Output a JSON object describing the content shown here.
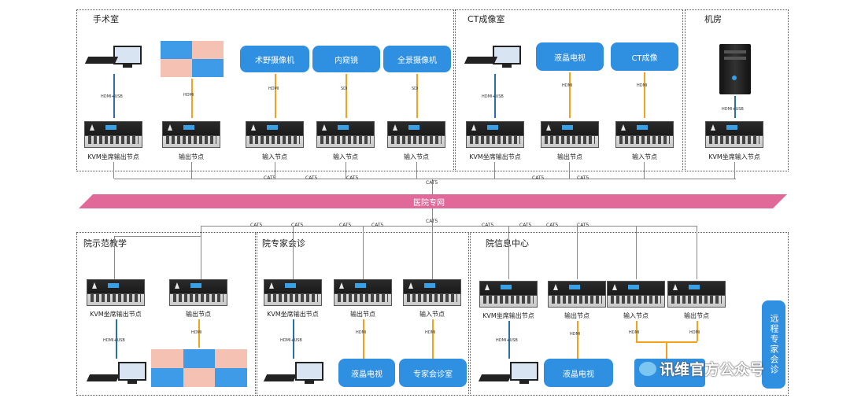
{
  "zones": {
    "operating_room": "手术室",
    "ct_room": "CT成像室",
    "server_room": "机房",
    "teaching": "院示范教学",
    "consult": "院专家会诊",
    "info_center": "院信息中心"
  },
  "sources": {
    "field_camera": "术野摄像机",
    "endoscope": "内窥镜",
    "panorama_camera": "全景摄像机",
    "lcd_tv": "液晶电视",
    "ct": "CT成像",
    "consult_room": "专家会诊室",
    "remote_consult": "远程专家会诊"
  },
  "nodes": {
    "kvm_out": "KVM坐席输出节点",
    "kvm_in": "KVM坐席输入节点",
    "out": "输出节点",
    "in": "输入节点"
  },
  "links": {
    "hdmi": "HDMI",
    "sdi": "SDI",
    "hdmi_usb": "HDMI+USB",
    "cat5": "CAT5"
  },
  "network": "医院专网",
  "watermark": "讯维官方公众号",
  "colors": {
    "pill": "#2f8fe0",
    "network_band": "#e0699a",
    "video_line": "#f3a21a",
    "usb_line": "#2b6fa8",
    "wall_pink": "#f4c1b3",
    "wall_blue": "#3d9be8"
  }
}
